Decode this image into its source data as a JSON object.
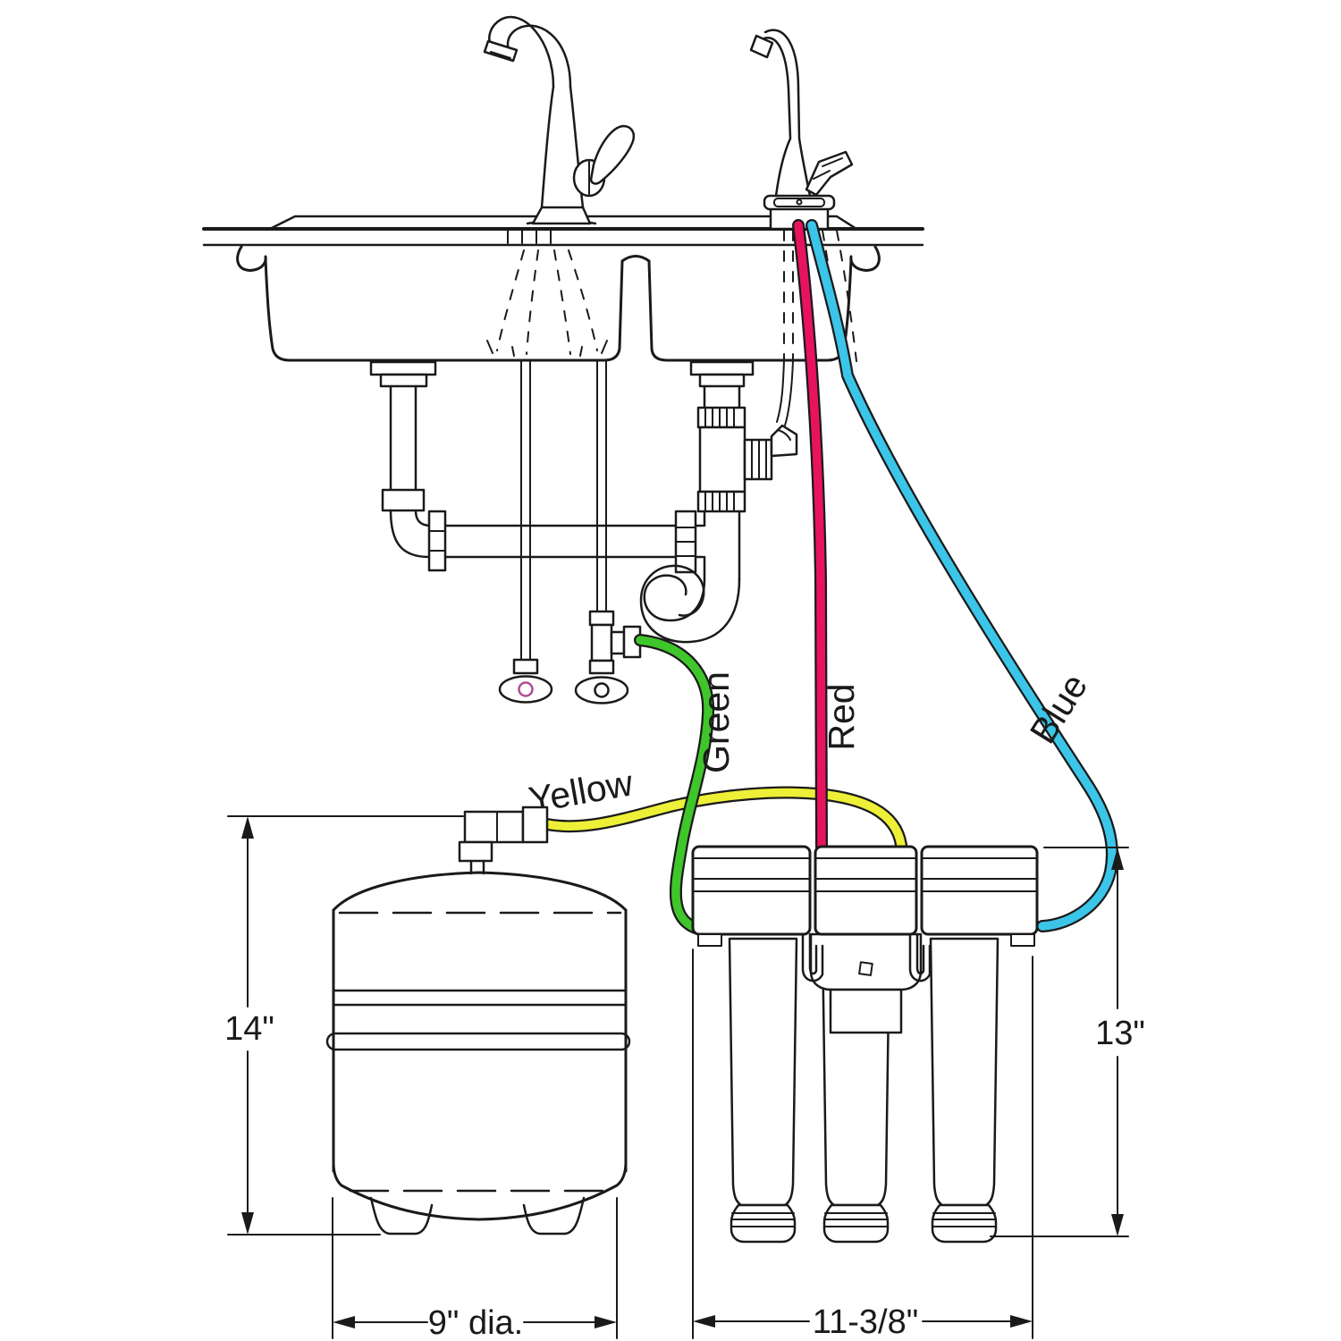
{
  "diagram": {
    "subject": "Under-sink reverse osmosis water filtration system installation diagram",
    "tube_labels": {
      "green": "Green",
      "yellow": "Yellow",
      "red": "Red",
      "blue": "Blue"
    },
    "dimensions": {
      "tank_height": "14\"",
      "tank_diameter": "9\" dia.",
      "filter_height": "13\"",
      "filter_width": "11-3/8\""
    },
    "colors": {
      "line": "#1a1a1a",
      "green_tube": "#3fc62a",
      "yellow_tube": "#edf037",
      "red_tube": "#e8135f",
      "blue_tube": "#3bc5e8",
      "hot_valve_fill": "#f5a2d2",
      "hot_valve_stroke": "#ad4d96",
      "cold_valve_fill": "#c4f2f8",
      "cold_valve_stroke": "#1a1a1a"
    }
  }
}
